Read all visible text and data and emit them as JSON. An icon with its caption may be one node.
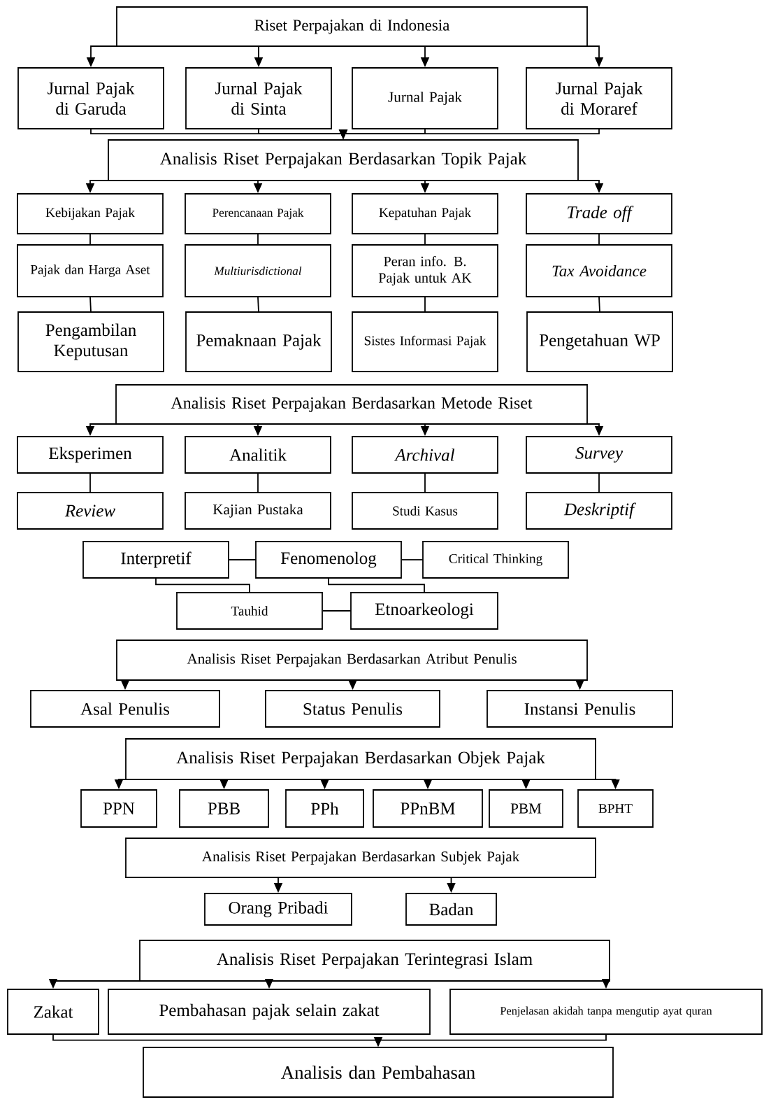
{
  "diagram": {
    "nodes": [
      {
        "text": [
          "Riset Perpajakan di Indonesia"
        ]
      },
      {
        "text": [
          "Jurnal Pajak di Garuda"
        ]
      },
      {
        "text": [
          "Jurnal Pajak di Sinta"
        ]
      },
      {
        "text": [
          "Jurnal Pajak"
        ]
      },
      {
        "text": [
          "Jurnal Pajak di Moraref"
        ]
      },
      {
        "text": [
          "Analisis Riset Perpajakan Berdasarkan Topik Pajak"
        ]
      },
      {
        "text": [
          "Kebijakan Pajak"
        ]
      },
      {
        "text": [
          "Perencanaan Pajak"
        ]
      },
      {
        "text": [
          "Kepatuhan Pajak"
        ]
      },
      {
        "text": [
          "Trade off"
        ]
      },
      {
        "text": [
          "Pajak dan Harga Aset"
        ]
      },
      {
        "text": [
          "Multiurisdictional"
        ]
      },
      {
        "text": [
          "Peran info. B. Pajak untuk AK"
        ]
      },
      {
        "text": [
          "Tax Avoidance"
        ]
      },
      {
        "text": [
          "Pengambilan Keputusan"
        ]
      },
      {
        "text": [
          "Pemaknaan Pajak"
        ]
      },
      {
        "text": [
          "Sistes Informasi Pajak"
        ]
      },
      {
        "text": [
          "Pengetahuan WP"
        ]
      },
      {
        "text": [
          "Analisis Riset Perpajakan Berdasarkan Metode Riset"
        ]
      },
      {
        "text": [
          "Eksperimen"
        ]
      },
      {
        "text": [
          "Analitik"
        ]
      },
      {
        "text": [
          "Archival"
        ]
      },
      {
        "text": [
          "Survey"
        ]
      },
      {
        "text": [
          "Review"
        ]
      },
      {
        "text": [
          "Kajian Pustaka"
        ]
      },
      {
        "text": [
          "Studi Kasus"
        ]
      },
      {
        "text": [
          "Deskriptif"
        ]
      },
      {
        "text": [
          "Interpretif"
        ]
      },
      {
        "text": [
          "Fenomenolog"
        ]
      },
      {
        "text": [
          "Critical Thinking"
        ]
      },
      {
        "text": [
          "Tauhid"
        ]
      },
      {
        "text": [
          "Etnoarkeologi"
        ]
      },
      {
        "text": [
          "Analisis Riset Perpajakan Berdasarkan Atribut Penulis"
        ]
      },
      {
        "text": [
          "Asal Penulis"
        ]
      },
      {
        "text": [
          "Status Penulis"
        ]
      },
      {
        "text": [
          "Instansi Penulis"
        ]
      },
      {
        "text": [
          "Analisis Riset Perpajakan Berdasarkan Objek Pajak"
        ]
      },
      {
        "text": [
          "PPN"
        ]
      },
      {
        "text": [
          "PBB"
        ]
      },
      {
        "text": [
          "PPh"
        ]
      },
      {
        "text": [
          "PPnBM"
        ]
      },
      {
        "text": [
          "PBM"
        ]
      },
      {
        "text": [
          "BPHT"
        ]
      },
      {
        "text": [
          "Analisis Riset Perpajakan Berdasarkan Subjek Pajak"
        ]
      },
      {
        "text": [
          "Orang Pribadi"
        ]
      },
      {
        "text": [
          "Badan"
        ]
      },
      {
        "text": [
          "Analisis Riset Perpajakan Terintegrasi Islam"
        ]
      },
      {
        "text": [
          "Zakat"
        ]
      },
      {
        "text": [
          "Pembahasan pajak selain zakat"
        ]
      },
      {
        "text": [
          "Penjelasan akidah tanpa mengutip ayat quran"
        ]
      },
      {
        "text": [
          "Analisis dan Pembahasan"
        ]
      }
    ],
    "edges": [
      {
        "from": 0,
        "to": 1,
        "arrow": "to"
      },
      {
        "from": 0,
        "to": 2,
        "arrow": "to"
      },
      {
        "from": 0,
        "to": 3,
        "arrow": "to"
      },
      {
        "from": 0,
        "to": 4,
        "arrow": "to"
      },
      {
        "from": 1,
        "to": 5,
        "arrow": "to"
      },
      {
        "from": 2,
        "to": 5,
        "arrow": "to"
      },
      {
        "from": 3,
        "to": 5,
        "arrow": "to"
      },
      {
        "from": 4,
        "to": 5,
        "arrow": "to"
      },
      {
        "from": 5,
        "to": 6,
        "arrow": "to"
      },
      {
        "from": 5,
        "to": 7,
        "arrow": "to"
      },
      {
        "from": 5,
        "to": 8,
        "arrow": "to"
      },
      {
        "from": 5,
        "to": 9,
        "arrow": "to"
      },
      {
        "from": 6,
        "to": 10,
        "arrow": "none"
      },
      {
        "from": 7,
        "to": 11,
        "arrow": "none"
      },
      {
        "from": 8,
        "to": 12,
        "arrow": "none"
      },
      {
        "from": 9,
        "to": 13,
        "arrow": "none"
      },
      {
        "from": 10,
        "to": 14,
        "arrow": "none"
      },
      {
        "from": 11,
        "to": 15,
        "arrow": "none"
      },
      {
        "from": 12,
        "to": 16,
        "arrow": "none"
      },
      {
        "from": 13,
        "to": 17,
        "arrow": "none"
      },
      {
        "from": 18,
        "to": 19,
        "arrow": "to"
      },
      {
        "from": 18,
        "to": 20,
        "arrow": "to"
      },
      {
        "from": 18,
        "to": 21,
        "arrow": "to"
      },
      {
        "from": 18,
        "to": 22,
        "arrow": "to"
      },
      {
        "from": 19,
        "to": 23,
        "arrow": "none"
      },
      {
        "from": 20,
        "to": 24,
        "arrow": "none"
      },
      {
        "from": 21,
        "to": 25,
        "arrow": "none"
      },
      {
        "from": 22,
        "to": 26,
        "arrow": "none"
      },
      {
        "from": 27,
        "to": 28,
        "arrow": "none"
      },
      {
        "from": 27,
        "to": 30,
        "arrow": "none"
      },
      {
        "from": 28,
        "to": 29,
        "arrow": "none"
      },
      {
        "from": 28,
        "to": 31,
        "arrow": "none"
      },
      {
        "from": 30,
        "to": 31,
        "arrow": "none"
      },
      {
        "from": 32,
        "to": 33,
        "arrow": "to"
      },
      {
        "from": 32,
        "to": 34,
        "arrow": "to"
      },
      {
        "from": 32,
        "to": 35,
        "arrow": "to"
      },
      {
        "from": 36,
        "to": 37,
        "arrow": "to"
      },
      {
        "from": 36,
        "to": 38,
        "arrow": "to"
      },
      {
        "from": 36,
        "to": 39,
        "arrow": "to"
      },
      {
        "from": 36,
        "to": 40,
        "arrow": "to"
      },
      {
        "from": 36,
        "to": 41,
        "arrow": "to"
      },
      {
        "from": 36,
        "to": 42,
        "arrow": "to"
      },
      {
        "from": 43,
        "to": 44,
        "arrow": "to"
      },
      {
        "from": 43,
        "to": 45,
        "arrow": "to"
      },
      {
        "from": 46,
        "to": 47,
        "arrow": "to"
      },
      {
        "from": 46,
        "to": 48,
        "arrow": "to"
      },
      {
        "from": 46,
        "to": 49,
        "arrow": "to"
      },
      {
        "from": 47,
        "to": 50,
        "arrow": "to"
      },
      {
        "from": 49,
        "to": 50,
        "arrow": "to"
      }
    ]
  }
}
